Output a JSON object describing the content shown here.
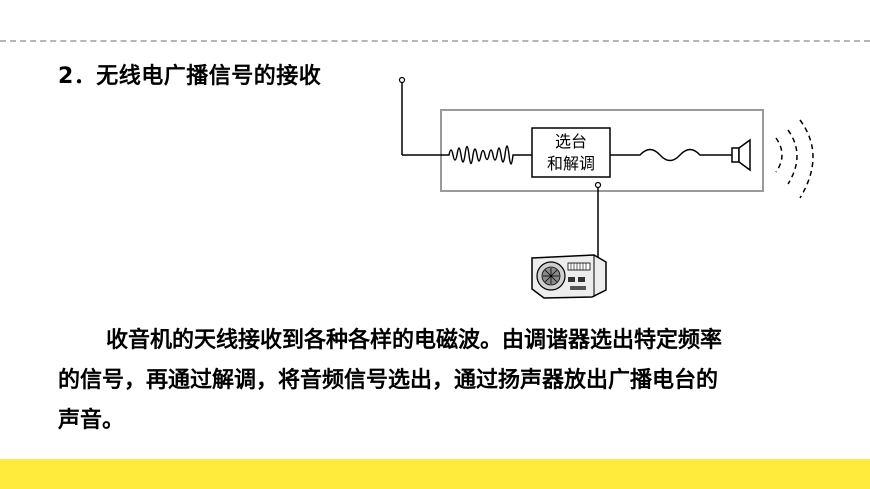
{
  "section": {
    "title": "2．无线电广播信号的接收"
  },
  "diagram": {
    "tuner_line1": "选台",
    "tuner_line2": "和解调",
    "colors": {
      "frame": "#9a9a9a",
      "ink": "#000000"
    },
    "icons": [
      "antenna-icon",
      "speaker-icon",
      "sound-wave-icon",
      "radio-icon"
    ]
  },
  "body": {
    "line1": "收音机的天线接收到各种各样的电磁波。由调谐器选出特定频率",
    "line2": "的信号，再通过解调，将音频信号选出，通过扬声器放出广播电台的",
    "line3": "声音。"
  },
  "theme": {
    "footer_color": "#ffeb3b"
  }
}
